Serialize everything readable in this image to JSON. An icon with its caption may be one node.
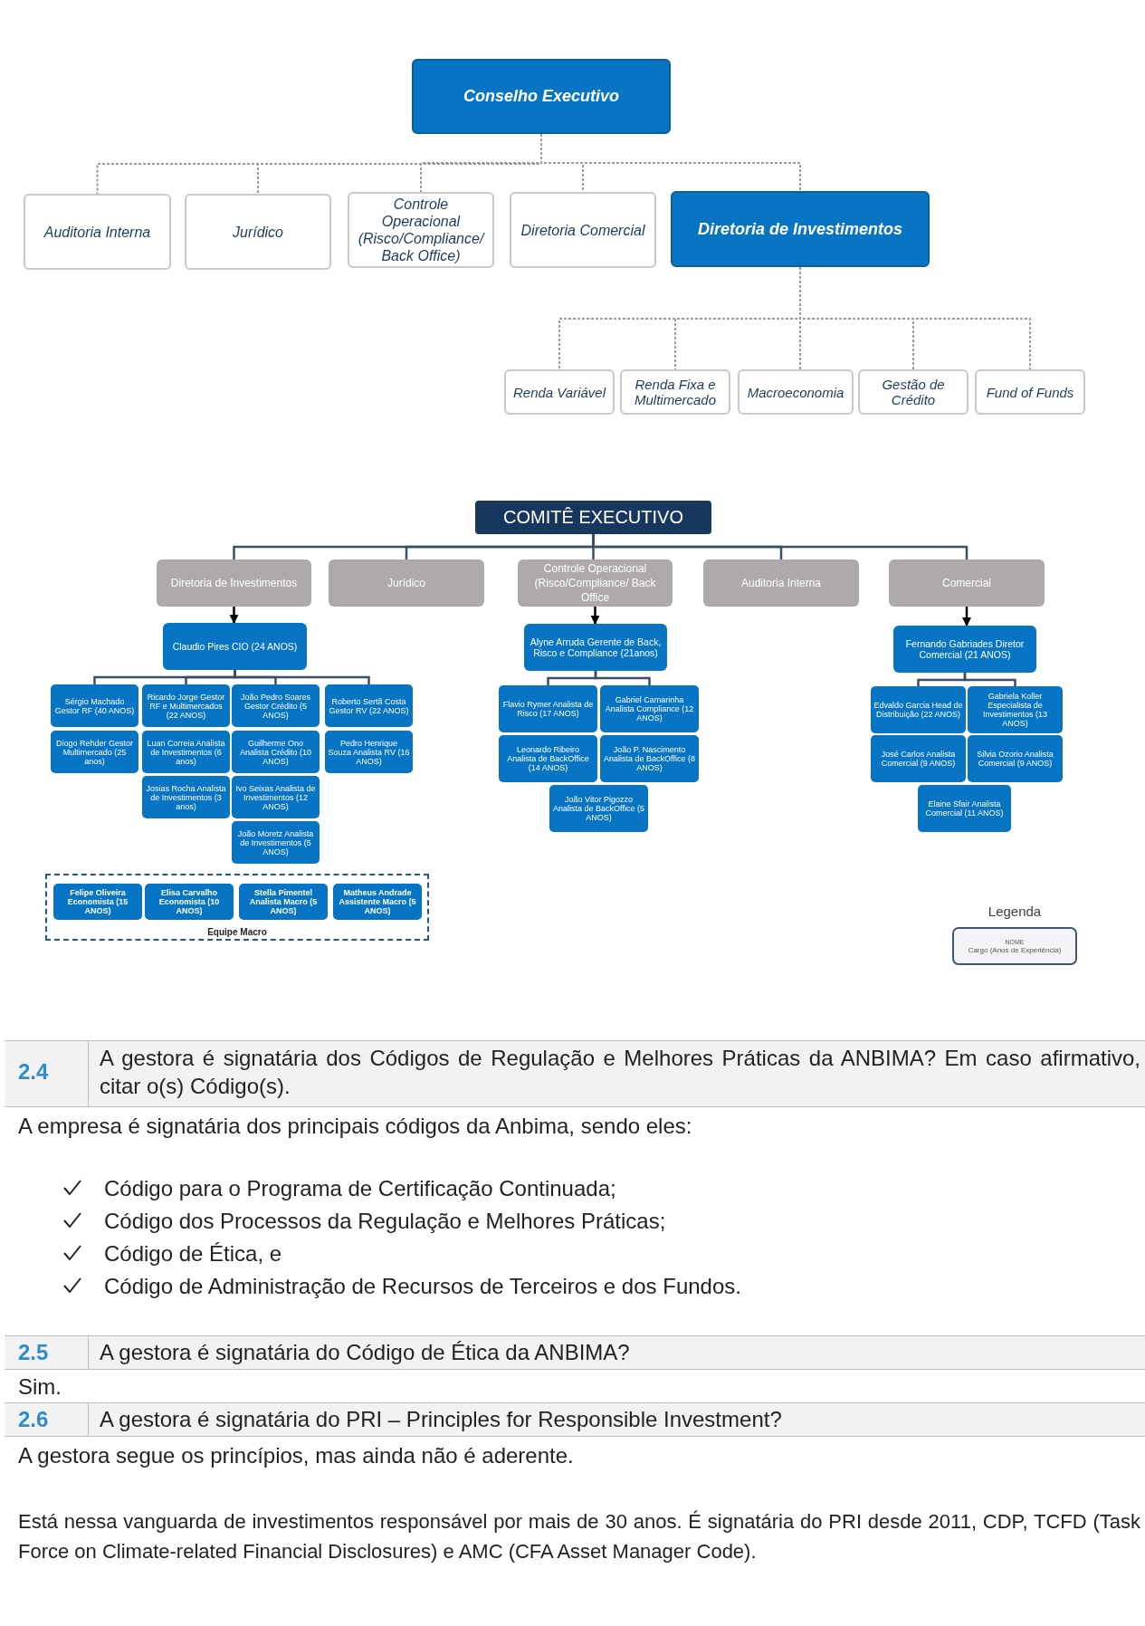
{
  "diagram": {
    "nodes": [
      {
        "text": [
          "Conselho Executivo"
        ]
      },
      {
        "text": [
          "Auditoria Interna"
        ]
      },
      {
        "text": [
          "Jurídico"
        ]
      },
      {
        "text": [
          "Controle Operacional (Risco/Compliance/ Back Office)"
        ]
      },
      {
        "text": [
          "Diretoria Comercial"
        ]
      },
      {
        "text": [
          "Diretoria de Investimentos"
        ]
      },
      {
        "text": [
          "Renda Variável"
        ]
      },
      {
        "text": [
          "Renda Fixa e Multimercado"
        ]
      },
      {
        "text": [
          "Macroeconomia"
        ]
      },
      {
        "text": [
          "Gestão de Crédito"
        ]
      },
      {
        "text": [
          "Fund of Funds"
        ]
      },
      {
        "text": [
          "COMITÊ EXECUTIVO"
        ]
      },
      {
        "text": [
          "Diretoria de Investimentos"
        ]
      },
      {
        "text": [
          "Jurídico"
        ]
      },
      {
        "text": [
          "Controle Operacional (Risco/Compliance/ Back Office"
        ]
      },
      {
        "text": [
          "Auditoria Interna"
        ]
      },
      {
        "text": [
          "Comercial"
        ]
      },
      {
        "text": [
          "Claudio Pires CIO (24 ANOS)"
        ]
      },
      {
        "text": [
          "Sérgio Machado Gestor RF (40 ANOS)"
        ]
      },
      {
        "text": [
          "Ricardo Jorge Gestor RF e Multimercados (22 ANOS)"
        ]
      },
      {
        "text": [
          "João Pedro Soares Gestor Crédito (5 ANOS)"
        ]
      },
      {
        "text": [
          "Roberto Sertã Costa Gestor RV (22 ANOS)"
        ]
      },
      {
        "text": [
          "Diogo Rehder Gestor Multimercado (25 anos)"
        ]
      },
      {
        "text": [
          "Luan Correia Analista de Investimentos (6 anos)"
        ]
      },
      {
        "text": [
          "Guilherme Ono Analista Crédito (10 ANOS)"
        ]
      },
      {
        "text": [
          "Pedro Henrique Souza Analista RV (16 ANOS)"
        ]
      },
      {
        "text": [
          "Josias Rocha Analista de Investimentos (3 anos)"
        ]
      },
      {
        "text": [
          "Ivo Seixas Analista de Investimentos (12 ANOS)"
        ]
      },
      {
        "text": [
          "João Moretz Analista de Investimentos (5 ANOS)"
        ]
      },
      {
        "text": [
          "Equipe Macro"
        ]
      },
      {
        "text": [
          "Felipe Oliveira Economista (15 ANOS)"
        ],
        "in": 29
      },
      {
        "text": [
          "Elisa Carvalho Economista (10 ANOS)"
        ],
        "in": 29
      },
      {
        "text": [
          "Stella Pimentel Analista Macro (5 ANOS)"
        ],
        "in": 29
      },
      {
        "text": [
          "Matheus Andrade Assistente Macro (5 ANOS)"
        ],
        "in": 29
      },
      {
        "text": [
          "Alyne Arruda Gerente de Back, Risco e Compliance (21anos)"
        ]
      },
      {
        "text": [
          "Flavio Rymer Analista de Risco (17 ANOS)"
        ]
      },
      {
        "text": [
          "Gabriel Camarinha Analista Compliance (12 ANOS)"
        ]
      },
      {
        "text": [
          "Leonardo Ribeiro Analista de BackOffice (14 ANOS)"
        ]
      },
      {
        "text": [
          "João P. Nascimento Analista de BackOffice (8 ANOS)"
        ]
      },
      {
        "text": [
          "João Vitor Pigozzo Analista de BackOffice (5 ANOS)"
        ]
      },
      {
        "text": [
          "Fernando Gabriades Diretor Comercial (21 ANOS)"
        ]
      },
      {
        "text": [
          "Edvaldo Garcia Head de Distribuição (22 ANOS)"
        ]
      },
      {
        "text": [
          "Gabriela Koller Especialista de Investimentos (13 ANOS)"
        ]
      },
      {
        "text": [
          "José Carlos Analista Comercial (9 ANOS)"
        ]
      },
      {
        "text": [
          "Silvia Ozorio Analista Comercial (9 ANOS)"
        ]
      },
      {
        "text": [
          "Elaine Sfair Analista Comercial (11 ANOS)"
        ]
      },
      {
        "text": [
          "NOME",
          "Cargo (Anos de Experiência)"
        ]
      }
    ],
    "edges": [
      {
        "from": 0,
        "to": 1,
        "arrow": "none",
        "style": "dashed",
        "color": "#9a9a9a"
      },
      {
        "from": 0,
        "to": 2,
        "arrow": "none",
        "style": "dashed",
        "color": "#9a9a9a"
      },
      {
        "from": 0,
        "to": 3,
        "arrow": "none",
        "style": "dashed",
        "color": "#9a9a9a"
      },
      {
        "from": 0,
        "to": 4,
        "arrow": "none",
        "style": "dashed",
        "color": "#9a9a9a"
      },
      {
        "from": 0,
        "to": 5,
        "arrow": "none",
        "style": "dashed",
        "color": "#9a9a9a"
      },
      {
        "from": 5,
        "to": 6,
        "arrow": "none",
        "style": "dashed",
        "color": "#9a9a9a"
      },
      {
        "from": 5,
        "to": 7,
        "arrow": "none",
        "style": "dashed",
        "color": "#9a9a9a"
      },
      {
        "from": 5,
        "to": 8,
        "arrow": "none",
        "style": "dashed",
        "color": "#9a9a9a"
      },
      {
        "from": 5,
        "to": 9,
        "arrow": "none",
        "style": "dashed",
        "color": "#9a9a9a"
      },
      {
        "from": 5,
        "to": 10,
        "arrow": "none",
        "style": "dashed",
        "color": "#9a9a9a"
      },
      {
        "from": 11,
        "to": 12,
        "arrow": "none"
      },
      {
        "from": 11,
        "to": 13,
        "arrow": "none"
      },
      {
        "from": 11,
        "to": 14,
        "arrow": "none"
      },
      {
        "from": 11,
        "to": 15,
        "arrow": "none"
      },
      {
        "from": 11,
        "to": 16,
        "arrow": "none"
      },
      {
        "from": 12,
        "to": 17,
        "arrow": "to",
        "color": "#000000"
      },
      {
        "from": 14,
        "to": 34,
        "arrow": "to",
        "color": "#000000"
      },
      {
        "from": 16,
        "to": 40,
        "arrow": "to",
        "color": "#000000"
      },
      {
        "from": 17,
        "to": 18,
        "arrow": "none"
      },
      {
        "from": 17,
        "to": 19,
        "arrow": "none"
      },
      {
        "from": 17,
        "to": 20,
        "arrow": "none"
      },
      {
        "from": 17,
        "to": 21,
        "arrow": "none"
      },
      {
        "from": 34,
        "to": 35,
        "arrow": "none"
      },
      {
        "from": 34,
        "to": 36,
        "arrow": "none"
      },
      {
        "from": 40,
        "to": 41,
        "arrow": "none"
      },
      {
        "from": 40,
        "to": 42,
        "arrow": "none"
      }
    ],
    "labels": [
      "Legenda",
      "2.4",
      "A gestora é signatária dos Códigos de Regulação e Melhores Práticas da ANBIMA? Em caso afirmativo, citar o(s) Código(s).",
      "A empresa é signatária dos principais códigos da Anbima, sendo eles:",
      "Código para o Programa de Certificação Continuada;",
      "Código dos Processos da Regulação e Melhores Práticas;",
      "Código de Ética, e",
      "Código de Administração de Recursos de Terceiros e dos Fundos.",
      "2.5",
      "A gestora é signatária do Código de Ética da ANBIMA?",
      "Sim.",
      "2.6",
      "A gestora é signatária do PRI – Principles for Responsible Investment?",
      "A gestora segue os princípios, mas ainda não é aderente.",
      "Está nessa vanguarda de investimentos responsável por mais de 30 anos. É signatária do PRI desde 2011, CDP, TCFD (Task Force on Climate-related Financial Disclosures) e AMC (CFA Asset Manager Code)."
    ]
  }
}
